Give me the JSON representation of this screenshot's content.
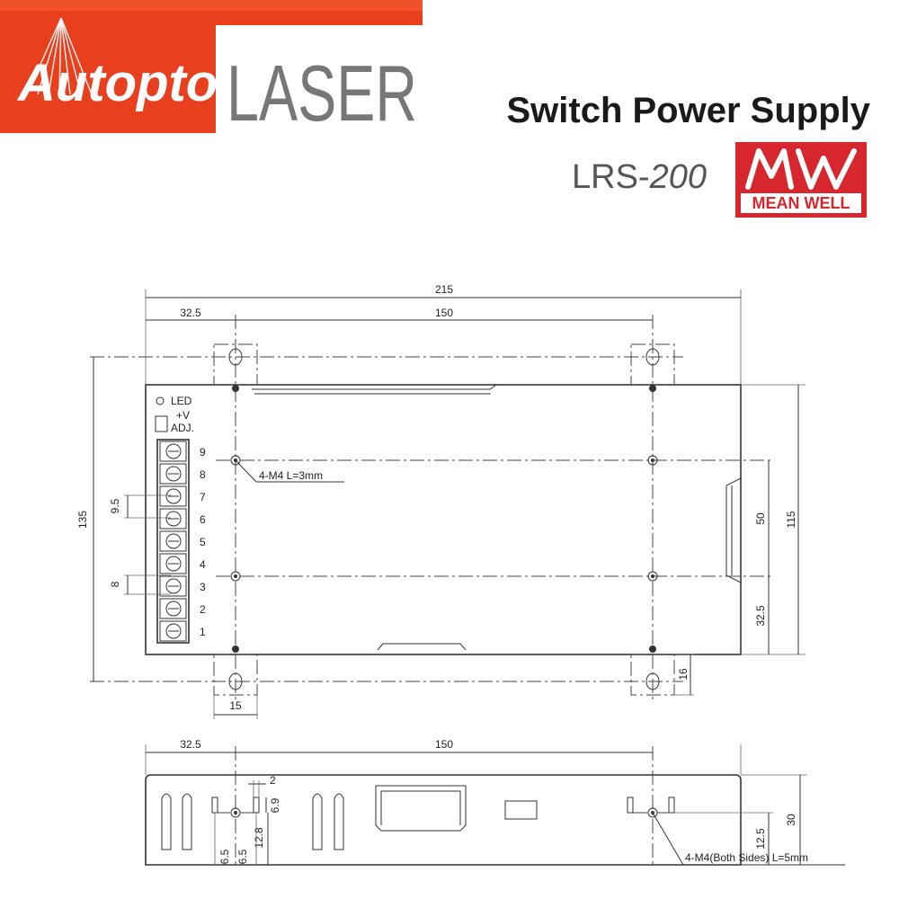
{
  "brand": {
    "logo_text": "Autopto",
    "laser_text": "LASER",
    "accent_color": "#e8401e",
    "laser_color": "#777777"
  },
  "product": {
    "title": "Switch Power Supply",
    "model_prefix": "LRS-",
    "model_number": "200",
    "maker_logo_text": "MEAN WELL",
    "maker_color": "#d7262e"
  },
  "top_view": {
    "dims": {
      "overall_width": "215",
      "left_offset": "32.5",
      "hole_spacing": "150",
      "height": "135",
      "inner_height": "115",
      "hole_vertical": "50",
      "bottom_offset": "32.5",
      "bracket_width": "15",
      "bracket_depth": "16",
      "terminal_pitch": "9.5",
      "terminal_width": "8"
    },
    "labels": {
      "led": "LED",
      "v_adj": "+V",
      "adj": "ADJ.",
      "mount_note": "4-M4 L=3mm"
    },
    "terminals": [
      "9",
      "8",
      "7",
      "6",
      "5",
      "4",
      "3",
      "2",
      "1"
    ]
  },
  "side_view": {
    "dims": {
      "left_offset": "32.5",
      "hole_spacing": "150",
      "height": "30",
      "hole_height": "12.5",
      "slot_width": "2",
      "slot_height": "6.9",
      "hole_from_bottom": "12.8",
      "slot_left": "6.5",
      "slot_right": "6.5"
    },
    "labels": {
      "mount_note": "4-M4(Both Sides) L=5mm"
    }
  }
}
